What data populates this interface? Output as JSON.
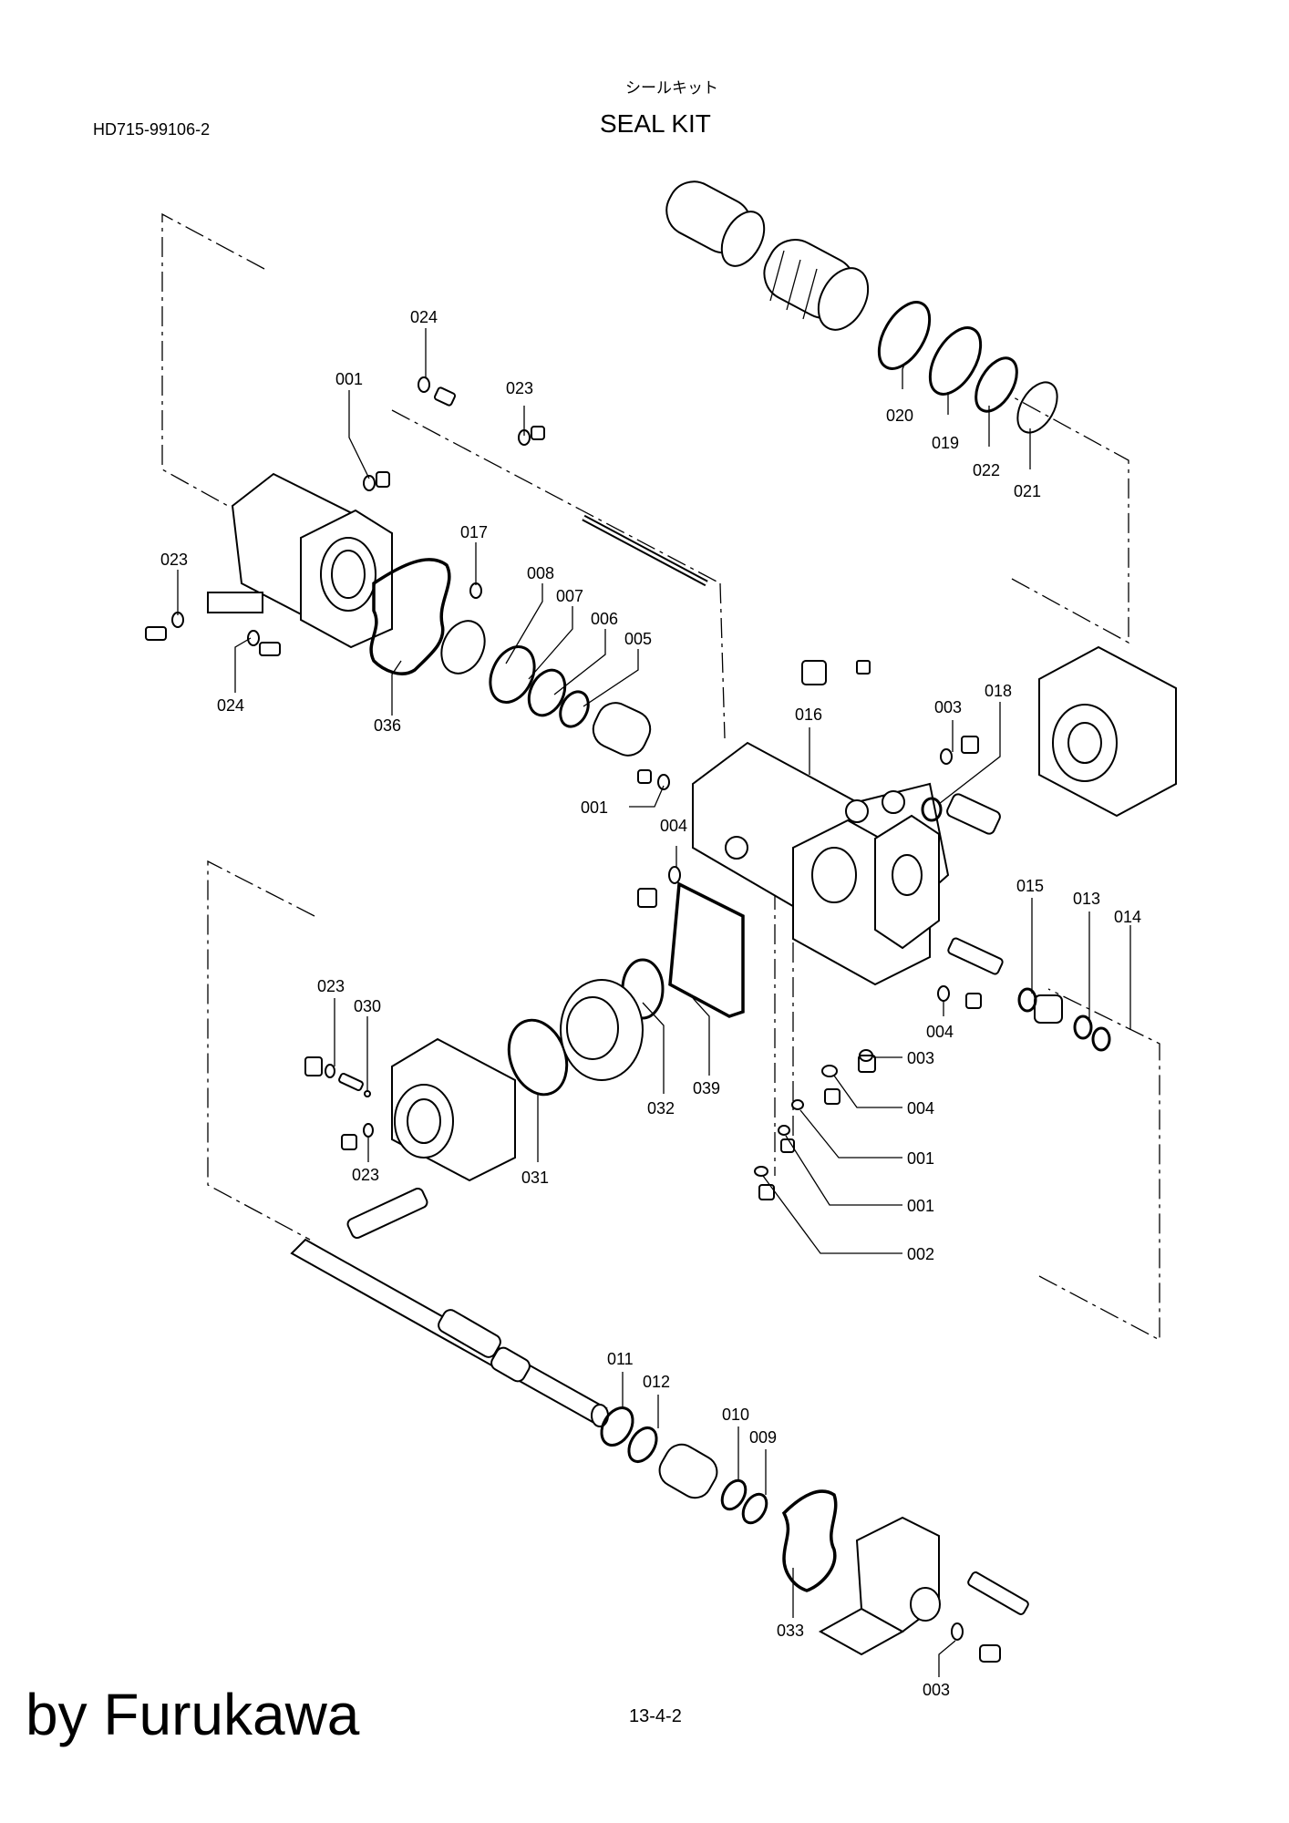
{
  "header": {
    "document_code": "HD715-99106-2",
    "title_jp": "シールキット",
    "title_en": "SEAL KIT"
  },
  "footer": {
    "brand": "by Furukawa",
    "page_number": "13-4-2"
  },
  "callouts": {
    "c024a": "024",
    "c001a": "001",
    "c023a": "023",
    "c023b": "023",
    "c024b": "024",
    "c017": "017",
    "c008": "008",
    "c007": "007",
    "c006": "006",
    "c005": "005",
    "c036": "036",
    "c020": "020",
    "c019": "019",
    "c022": "022",
    "c021": "021",
    "c016": "016",
    "c003a": "003",
    "c018": "018",
    "c001b": "001",
    "c004a": "004",
    "c015": "015",
    "c013": "013",
    "c014": "014",
    "c004b": "004",
    "c003b": "003",
    "c004c": "004",
    "c001c": "001",
    "c001d": "001",
    "c002": "002",
    "c023c": "023",
    "c030": "030",
    "c023d": "023",
    "c031": "031",
    "c032": "032",
    "c039": "039",
    "c011": "011",
    "c012": "012",
    "c010": "010",
    "c009": "009",
    "c033": "033",
    "c003c": "003"
  }
}
